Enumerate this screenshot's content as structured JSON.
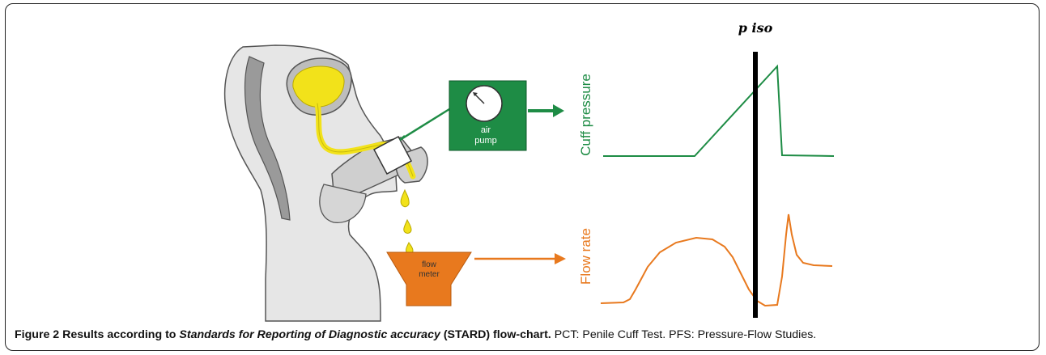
{
  "figure": {
    "top_marker": "p iso",
    "air_pump": {
      "line1": "air",
      "line2": "pump"
    },
    "flow_meter": {
      "line1": "flow",
      "line2": "meter"
    },
    "cuff_pressure_label": "Cuff pressure",
    "flow_rate_label": "Flow rate",
    "colors": {
      "green": "#1e8c45",
      "orange": "#e8791e",
      "urine": "#f2e21a",
      "tissue": "#d9d9d9"
    }
  },
  "caption": {
    "fig_num": "Figure 2",
    "title_part1": "Results according to",
    "title_italic": "Standards for Reporting of Diagnostic accuracy",
    "title_part2": "(STARD) flow-chart.",
    "rest": "PCT: Penile Cuff Test. PFS: Pressure-Flow Studies."
  }
}
